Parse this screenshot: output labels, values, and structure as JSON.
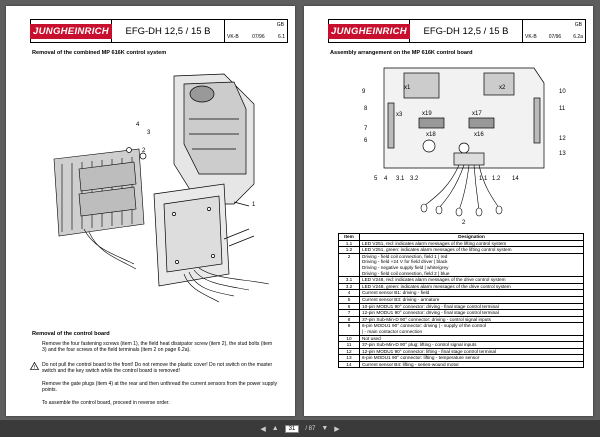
{
  "header": {
    "brand": "JUNGHEINRICH",
    "model": "EFG-DH 12,5 / 15 B",
    "lang": "GB",
    "doc_code": "VK-B",
    "date": "07/96",
    "page_left": "6.1",
    "page_right": "6.2a"
  },
  "left": {
    "title": "Removal of the combined MP 616K control system",
    "callouts": [
      "4",
      "3",
      "2",
      "1"
    ],
    "section2_title": "Removal of the control board",
    "para1": "Remove the four fastening screws (item 1), the field heat dissipator screw (item 2), the stud bolts (item 3) and the four screws of the field terminals (item 2 on page 6.2a).",
    "warning": "Do not pull the control board to the front! Do not remove the plastic cover! Do not switch on the master switch and the key switch while the control board is removed!",
    "para2": "Remove the gate plugs (item 4) at the rear and then unthread the current sensors from the power supply points.",
    "para3": "To assemble the control board, proceed in reverse order."
  },
  "right": {
    "title": "Assembly arrangement on the MP 616K control board",
    "callouts": {
      "n9": "9",
      "n10": "10",
      "n8": "8",
      "n11": "11",
      "n7": "7",
      "n6": "6",
      "n12": "12",
      "n13": "13",
      "b5": "5",
      "b4": "4",
      "b31": "3.1",
      "b32": "3.2",
      "b11": "1.1",
      "b12": "1.2",
      "b14": "14",
      "n2": "2",
      "x1": "x1",
      "x2": "x2",
      "x3": "x3",
      "x19": "x19",
      "x18": "x18",
      "x17": "x17",
      "x16": "x16"
    },
    "table": {
      "head": [
        "Item",
        "Designation"
      ],
      "rows": [
        [
          "1.1",
          "LED V251, red: indicates alarm messages of the lifting control system"
        ],
        [
          "1.2",
          "LED V251, green: indicates alarm messages of the lifting control system"
        ],
        [
          "2",
          "Driving - field coil connection, field 1 | red\nDriving - field +24 V for field driver | black\nDriving - negative supply field | white/grey\nDriving - field coil connection, field 2 | blue"
        ],
        [
          "3.1",
          "LED V248, red: indicates alarm messages of the drive control system"
        ],
        [
          "3.2",
          "LED V248, green: indicates alarm messages of the drive control system"
        ],
        [
          "4",
          "Current sensor B1: driving - field"
        ],
        [
          "5",
          "Current sensor B3: driving - armature"
        ],
        [
          "6",
          "10-pin MODU1 90° connector: driving - final stage control terminal"
        ],
        [
          "7",
          "12-pin MODU1 90° connector: driving - final stage control terminal"
        ],
        [
          "8",
          "37-pin Sub-Min-D 90° connector: driving - control signal inputs"
        ],
        [
          "9",
          "6-pin MODU1 90° connector: driving | - supply of the control\n | - main contactor connection"
        ],
        [
          "10",
          "Not used"
        ],
        [
          "11",
          "37-pin Sub-Min-D 90° plug: lifting - control signal inputs"
        ],
        [
          "12",
          "12-pin MODU1 90° connector: lifting - final stage control terminal"
        ],
        [
          "13",
          "6-pin MODU1 90° connector: lifting - temperature sensor"
        ],
        [
          "14",
          "Current sensor B4: lifting - series-wound motor"
        ]
      ]
    }
  },
  "viewer": {
    "page_current": "31",
    "page_total": "/ 87"
  }
}
